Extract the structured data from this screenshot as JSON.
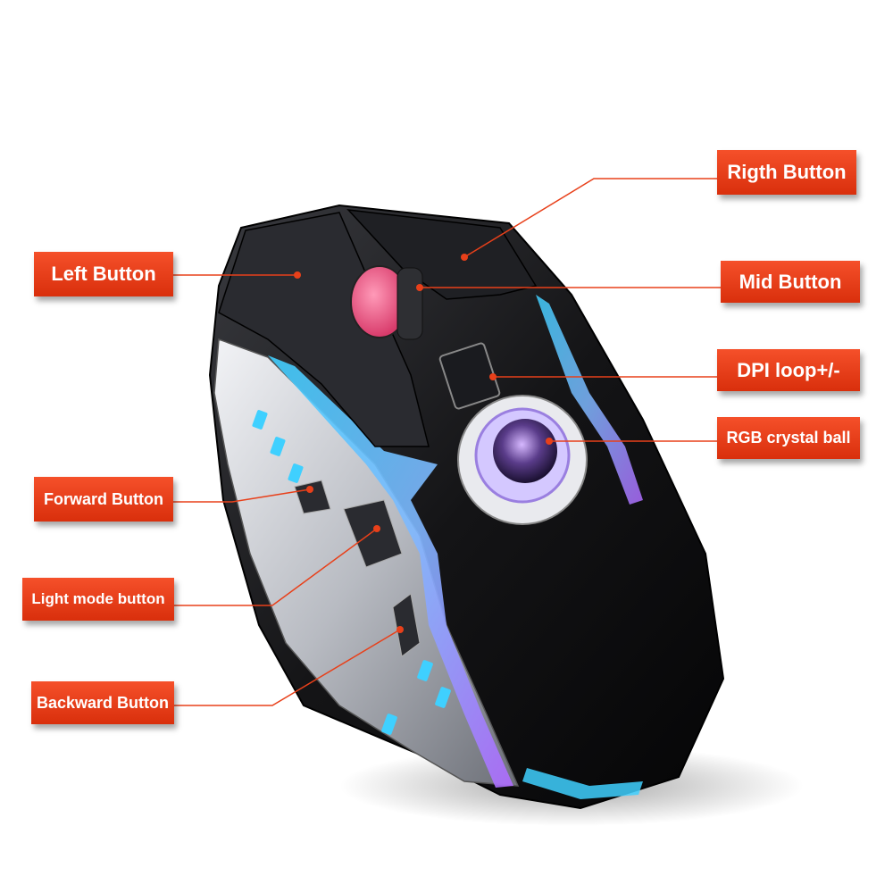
{
  "labels": {
    "right_button": "Rigth Button",
    "left_button": "Left Button",
    "mid_button": "Mid Button",
    "dpi_loop": "DPI loop+/-",
    "rgb_ball": "RGB crystal ball",
    "forward_button": "Forward Button",
    "light_mode_button": "Light mode button",
    "backward_button": "Backward Button"
  },
  "colors": {
    "label_fill": "#e8401a",
    "leader_line": "#e8401a",
    "mouse_body": "#141416",
    "mouse_silver": "#c9cbd0",
    "rgb_glow_blue": "#3fd0ff",
    "rgb_glow_violet": "#a26bff"
  }
}
